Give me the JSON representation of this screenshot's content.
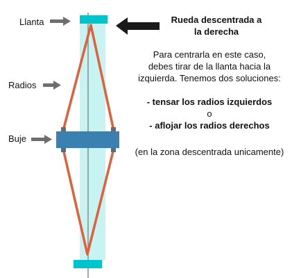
{
  "labels": {
    "llanta": "Llanta",
    "radios": "Radios",
    "buje": "Buje"
  },
  "title": {
    "line1": "Rueda descentrada a",
    "line2": "la derecha"
  },
  "description": {
    "line1": "Para centrarla en este caso,",
    "line2": "debes tirar de la llanta hacia la",
    "line3": "izquierda. Tenemos dos soluciones:"
  },
  "solutions": {
    "option1": "- tensar los radios izquierdos",
    "connector": "o",
    "option2": "- aflojar los radios derechos"
  },
  "note": "(en la zona descentrada unicamente)",
  "colors": {
    "rim": "#00c4cc",
    "wheel_band": "#c8f3f3",
    "spokes": "#e0603a",
    "hub": "#3a80b0",
    "hub_flange": "#5a6e7a",
    "arrows": "#6e6e6e",
    "big_arrow": "#1a1a1a",
    "axis": "#8a8a8a"
  },
  "icons": {
    "small_arrow": "arrow-right-icon",
    "big_arrow": "arrow-left-icon"
  }
}
